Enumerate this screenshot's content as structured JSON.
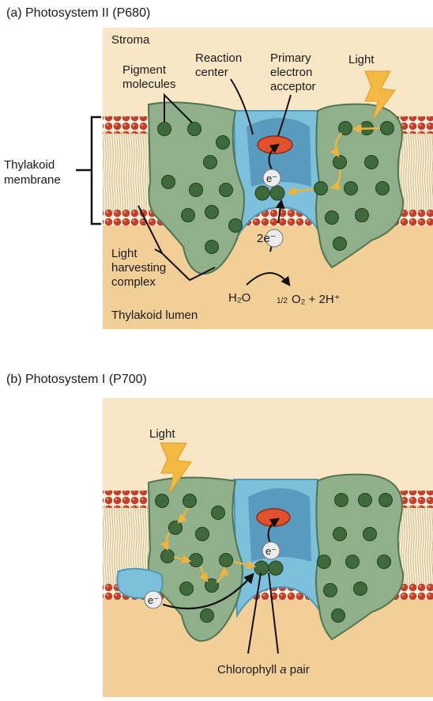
{
  "panel_a": {
    "title": "(a) Photosystem II (P680)",
    "stroma": "Stroma",
    "lumen": "Thylakoid lumen",
    "pigment": [
      "Pigment",
      "molecules"
    ],
    "reaction": [
      "Reaction",
      "center"
    ],
    "acceptor": [
      "Primary",
      "electron",
      "acceptor"
    ],
    "light": "Light",
    "thylakoid": [
      "Thylakoid",
      "membrane"
    ],
    "lhc": [
      "Light",
      "harvesting",
      "complex"
    ],
    "e_minus": "e⁻",
    "two_e": "2e⁻",
    "h2o": "H₂O",
    "half": "1/2",
    "products": "O₂ + 2H⁺"
  },
  "panel_b": {
    "title": "(b) Photosystem I (P700)",
    "light": "Light",
    "e_minus_center": "e⁻",
    "e_minus_left": "e⁻",
    "chlorophyll_prefix": "Chlorophyll ",
    "chlorophyll_a": "a",
    "chlorophyll_suffix": " pair"
  },
  "colors": {
    "background": "#f6dfb6",
    "stroma": "#f9e6c4",
    "lumen": "#f3cf98",
    "protein_green": "#8fb08a",
    "pigment_dot": "#3e6a3b",
    "reaction_blue": "#7cc0dc",
    "acceptor_red": "#e2502c",
    "lipid_head": "#c2402b",
    "arrow_yellow": "#f0b33c"
  }
}
